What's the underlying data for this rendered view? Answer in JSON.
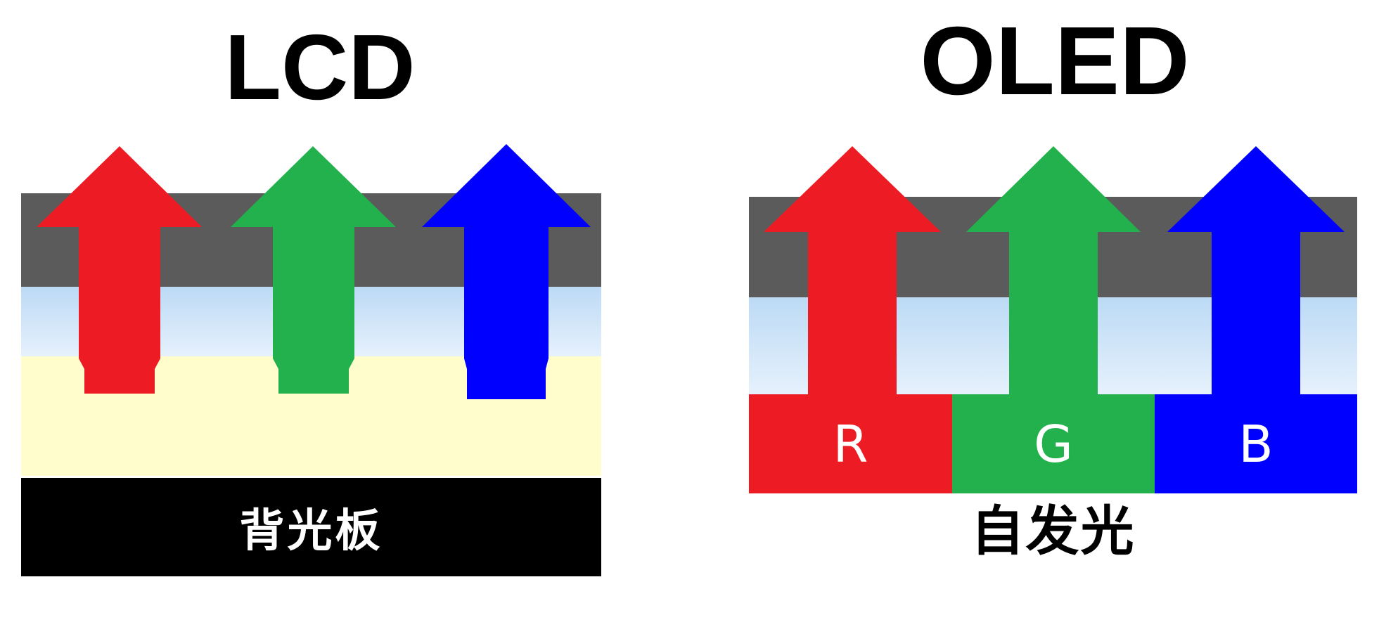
{
  "lcd": {
    "title": "LCD",
    "backlight_label": "背光板"
  },
  "oled": {
    "title": "OLED",
    "self_emission_label": "自发光",
    "subpixels": [
      {
        "label": "R",
        "color": "#ed1c24"
      },
      {
        "label": "G",
        "color": "#22b14c"
      },
      {
        "label": "B",
        "color": "#0000ff"
      }
    ]
  },
  "colors": {
    "red": "#ed1c24",
    "green": "#22b14c",
    "blue": "#0000ff",
    "gray_layer": "#5b5b5b",
    "backlight": "#000000",
    "cream_layer": "#fffdcc"
  }
}
